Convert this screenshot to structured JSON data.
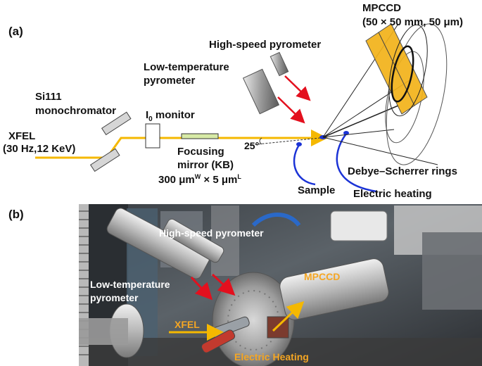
{
  "panel_a": {
    "tag": "(a)",
    "labels": {
      "xfel_line1": "XFEL",
      "xfel_line2": "(30 Hz,12 KeV)",
      "si111_line1": "Si111",
      "si111_line2": "monochromator",
      "i0_main": "I",
      "i0_sub": "0",
      "i0_rest": " monitor",
      "focusing_line1": "Focusing",
      "focusing_line2": "mirror (KB)",
      "focusing_line3_a": "300 μm",
      "focusing_line3_sup1": "W",
      "focusing_line3_b": " × 5 μm",
      "focusing_line3_sup2": "L",
      "angle": "25°",
      "lowtemp_line1": "Low-temperature",
      "lowtemp_line2": "pyrometer",
      "highspeed": "High-speed pyrometer",
      "mpccd_line1": "MPCCD",
      "mpccd_line2": "(50 × 50 mm, 50 μm)",
      "debye": "Debye–Scherrer rings",
      "sample": "Sample",
      "electric": "Electric heating"
    }
  },
  "panel_b": {
    "tag": "(b)",
    "labels": {
      "highspeed": "High-speed pyrometer",
      "lowtemp_line1": "Low-temperature",
      "lowtemp_line2": "pyrometer",
      "mpccd": "MPCCD",
      "xfel": "XFEL",
      "electric": "Electric Heating"
    }
  },
  "colors": {
    "beam": "#f5b800",
    "arrow_red": "#e3101e",
    "wire_blue": "#1b33d6",
    "detector": "#f2b21a",
    "label_orange": "#f5a623"
  }
}
